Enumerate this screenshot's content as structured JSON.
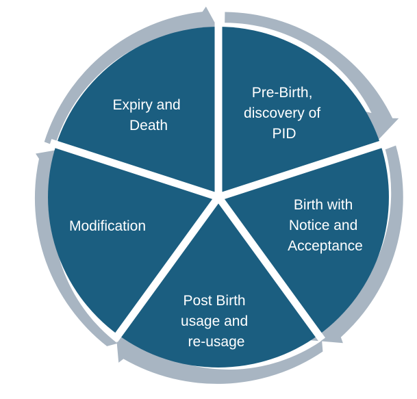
{
  "diagram": {
    "colors": {
      "segment": "#1b5e80",
      "ring": "#a8b5c2",
      "separator": "#ffffff",
      "text": "#ffffff"
    },
    "stages": [
      {
        "lines": [
          "Pre-Birth,",
          "discovery of",
          "PID"
        ]
      },
      {
        "lines": [
          "Birth with",
          "Notice and",
          "Acceptance"
        ]
      },
      {
        "lines": [
          "Post Birth",
          "usage and",
          "re-usage"
        ]
      },
      {
        "lines": [
          "Modification"
        ]
      },
      {
        "lines": [
          "Expiry and",
          "Death"
        ]
      }
    ]
  }
}
